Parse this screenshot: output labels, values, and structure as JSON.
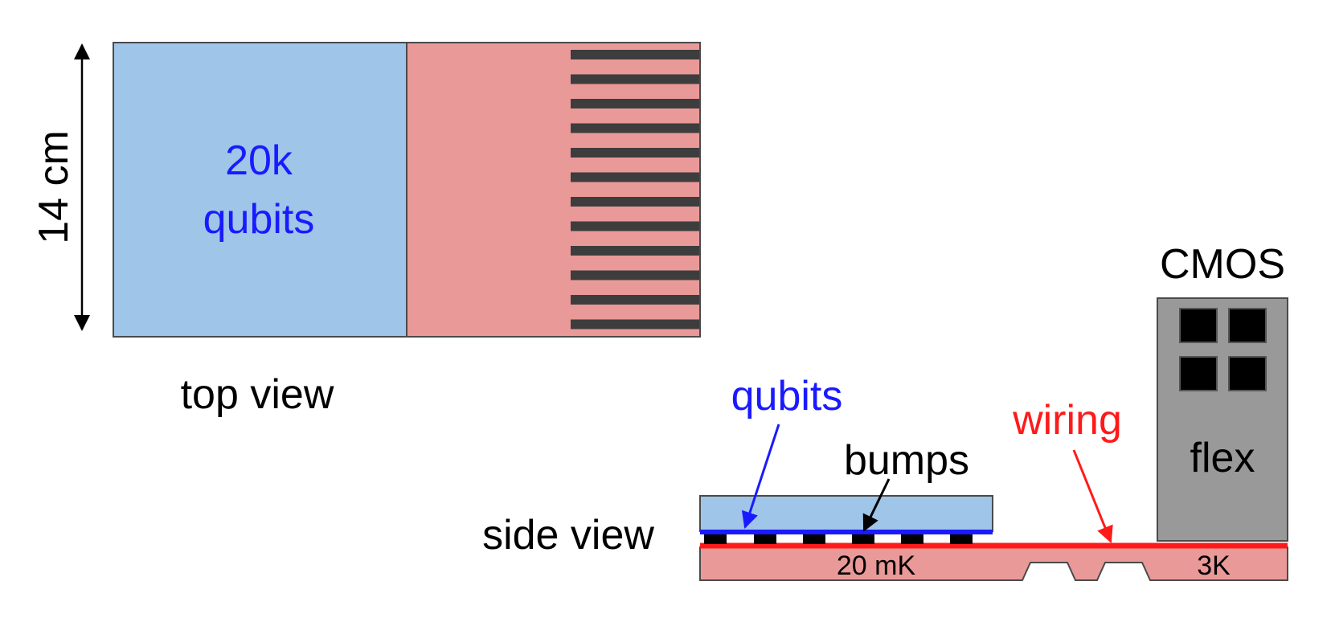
{
  "top_view": {
    "dimension_label": "14 cm",
    "qubit_count_line1": "20k",
    "qubit_count_line2": "qubits",
    "caption": "top view"
  },
  "side_view": {
    "caption": "side view",
    "qubits_label": "qubits",
    "bumps_label": "bumps",
    "wiring_label": "wiring",
    "cmos_label": "CMOS",
    "flex_label": "flex",
    "cold_stage_label": "20 mK",
    "warm_stage_label": "3K"
  },
  "colors": {
    "qubit_blue_fill": "#9fc5e8",
    "wiring_pink_fill": "#ea9999",
    "stripe_dark": "#3d3d3d",
    "outline": "#4a4a4a",
    "qubit_text_blue": "#1a1aff",
    "wiring_red": "#ff1a1a",
    "chip_gray": "#999999",
    "chip_black": "#000000"
  }
}
